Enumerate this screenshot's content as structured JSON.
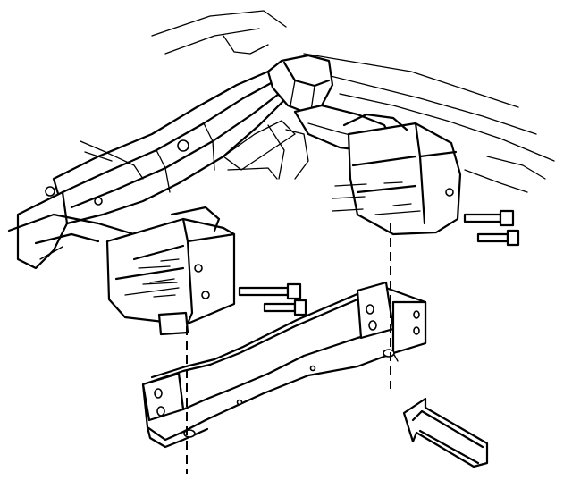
{
  "diagram": {
    "kind": "exploded-view-line-drawing",
    "parts": [
      "vehicle-frame-front-section",
      "left-engine-mount-bracket",
      "right-engine-mount-bracket",
      "frame-crossmember",
      "left-mount-bolts",
      "right-mount-bolts",
      "direction-arrow"
    ],
    "colors": {
      "line": "#000000",
      "background": "#ffffff"
    }
  }
}
